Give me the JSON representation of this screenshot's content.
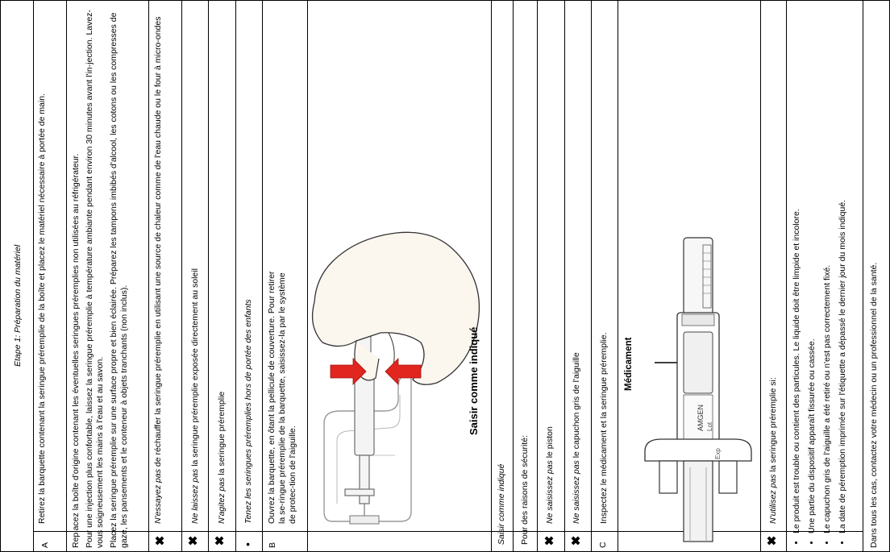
{
  "step_title": "Etape 1: Préparation du matériel",
  "col_a": {
    "label": "A",
    "text": "Retirez la barquette contenant la seringue préremplie de la boîte et placez le matériel nécessaire à portée de main."
  },
  "col_instructions": {
    "p1": "Replacez la boîte d'origine contenant les éventuelles seringues préremplies non utilisées au réfrigérateur.",
    "p2": "Pour une injection plus confortable, laissez la seringue préremplie à température ambiante pendant environ 30 minutes avant l'in-jection. Lavez-vous soigneusement les mains à l'eau et au savon.",
    "p3": "Placez la seringue préremplie sur une surface propre et bien éclairée. Préparez les tampons imbibés d'alcool, les cotons ou les compresses de gaze, les pansements et le conteneur à objets tranchants (non inclus)."
  },
  "warnings": [
    {
      "marker": "✖",
      "emph": "N'essayez pas",
      "text": " de réchauffer la seringue préremplie en utilisant une source de chaleur comme de l'eau chaude ou le four à micro-ondes"
    },
    {
      "marker": "✖",
      "emph": "Ne laissez pas",
      "text": " la seringue préremplie exposée directement au soleil"
    },
    {
      "marker": "✖",
      "emph": "N'agitez pas",
      "text": " la seringue préremplie"
    },
    {
      "marker": "•",
      "emph": "Tenez les seringues préremplies hors de portée des enfants",
      "text": ""
    }
  ],
  "col_b": {
    "label": "B",
    "text": "Ouvrez la barquette, en ôtant la pellicule de couverture. Pour retirer la se-ringue préremplie de la barquette, saisissez-la par le système de protec-tion de l'aiguille.",
    "figure_caption": "Saisir comme indiqué"
  },
  "grip": {
    "caption": "Saisir comme indiqué",
    "safety": "Pour des raisons de sécurité:",
    "items": [
      {
        "marker": "✖",
        "emph": "Ne saisissez pas",
        "text": " le piston"
      },
      {
        "marker": "✖",
        "emph": "Ne saisissez pas",
        "text": " le capuchon gris de l'aiguille"
      }
    ]
  },
  "col_c": {
    "label": "C",
    "text": "Inspectez le médicament et la seringue préremplie.",
    "figure_label": "Médicament",
    "syringe_brand": "AMGEN",
    "syringe_lot": "Lot",
    "syringe_exp": "Exp"
  },
  "inspect": {
    "marker": "✖",
    "emph": "N'utilisez pas",
    "text": " la seringue préremplie si:",
    "bullets": [
      "Le produit est trouble ou contient des particules. Le liquide doit être limpide et incolore.",
      "Une partie du dispositif apparaît fissurée ou cassée.",
      "Le capuchon gris de l'aiguille a été retiré ou n'est pas correctement fixé.",
      "La date de péremption imprimée sur l'étiquette a dépassé le dernier jour du mois indiqué."
    ],
    "final": "Dans tous les cas, contactez votre médecin ou un professionnel de la santé."
  }
}
